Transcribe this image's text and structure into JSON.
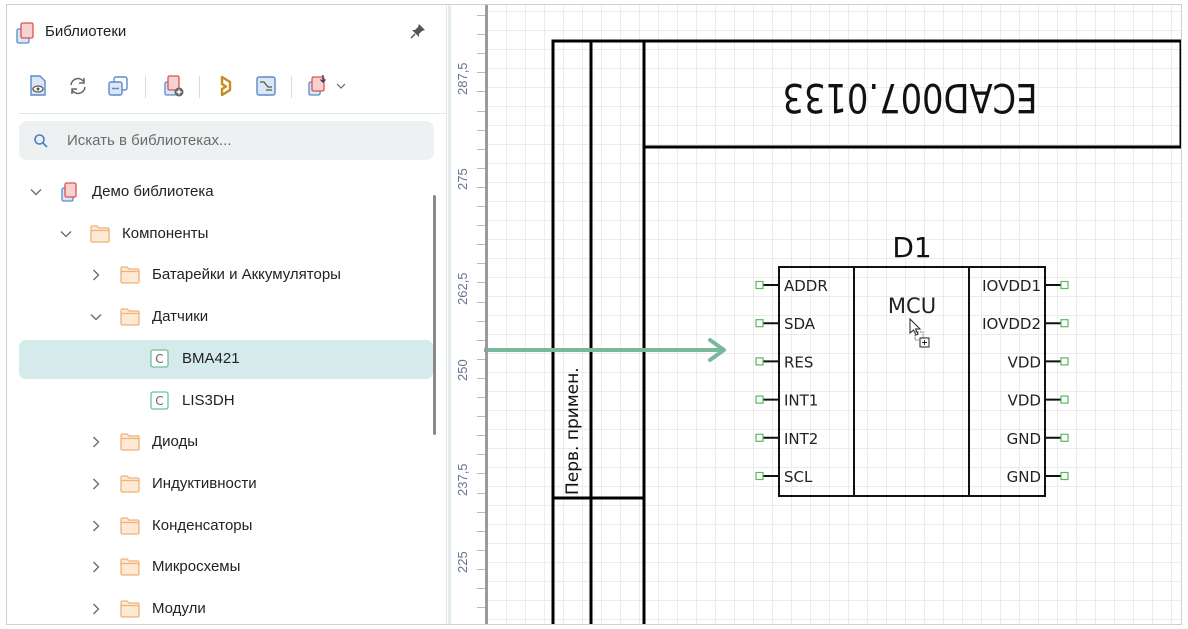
{
  "panel": {
    "title": "Библиотеки",
    "title_icon": "library-books-icon",
    "pin_icon": "pin-icon",
    "toolbar": [
      {
        "name": "preview-button",
        "icon": "document-eye-icon",
        "tooltip": ""
      },
      {
        "name": "refresh-button",
        "icon": "refresh-icon"
      },
      {
        "name": "collapse-all-button",
        "icon": "collapse-icon"
      },
      {
        "name": "add-library-button",
        "icon": "library-add-icon"
      },
      {
        "name": "ecad-button",
        "icon": "ecad-logo-icon"
      },
      {
        "name": "schematic-button",
        "icon": "schematic-icon"
      },
      {
        "name": "import-library-button",
        "icon": "library-import-icon"
      },
      {
        "name": "more-dropdown-button",
        "icon": "chevron-down-icon"
      }
    ],
    "search": {
      "placeholder": "Искать в библиотеках...",
      "value": ""
    },
    "tree": [
      {
        "label": "Демо библиотека",
        "type": "library",
        "level": 0,
        "expanded": true
      },
      {
        "label": "Компоненты",
        "type": "folder",
        "level": 1,
        "expanded": true
      },
      {
        "label": "Батарейки и Аккумуляторы",
        "type": "folder",
        "level": 2,
        "expanded": false
      },
      {
        "label": "Датчики",
        "type": "folder",
        "level": 2,
        "expanded": true
      },
      {
        "label": "BMA421",
        "type": "component",
        "level": 3,
        "selected": true
      },
      {
        "label": "LIS3DH",
        "type": "component",
        "level": 3
      },
      {
        "label": "Диоды",
        "type": "folder",
        "level": 2,
        "expanded": false
      },
      {
        "label": "Индуктивности",
        "type": "folder",
        "level": 2,
        "expanded": false
      },
      {
        "label": "Конденсаторы",
        "type": "folder",
        "level": 2,
        "expanded": false
      },
      {
        "label": "Микросхемы",
        "type": "folder",
        "level": 2,
        "expanded": false
      },
      {
        "label": "Модули",
        "type": "folder",
        "level": 2,
        "expanded": false
      }
    ],
    "component_badge": "C"
  },
  "canvas": {
    "ruler_labels": [
      "287,5",
      "275",
      "262,5",
      "250",
      "237,5",
      "225"
    ],
    "stamp_code": "ECAD007.0133",
    "side_label": "Перв. примен.",
    "drag_arrow_color": "#7ab89b",
    "component": {
      "refdes": "D1",
      "body_label": "MCU",
      "left_pins": [
        "ADDR",
        "SDA",
        "RES",
        "INT1",
        "INT2",
        "SCL"
      ],
      "right_pins": [
        "IOVDD1",
        "IOVDD2",
        "VDD",
        "VDD",
        "GND",
        "GND"
      ],
      "pin_marker_color": "#5cb85c"
    }
  },
  "colors": {
    "selection": "#d5eaea",
    "folder": "#f0b27a",
    "component_badge": "#6fbf9e",
    "ruler_text": "#6e6e95"
  }
}
